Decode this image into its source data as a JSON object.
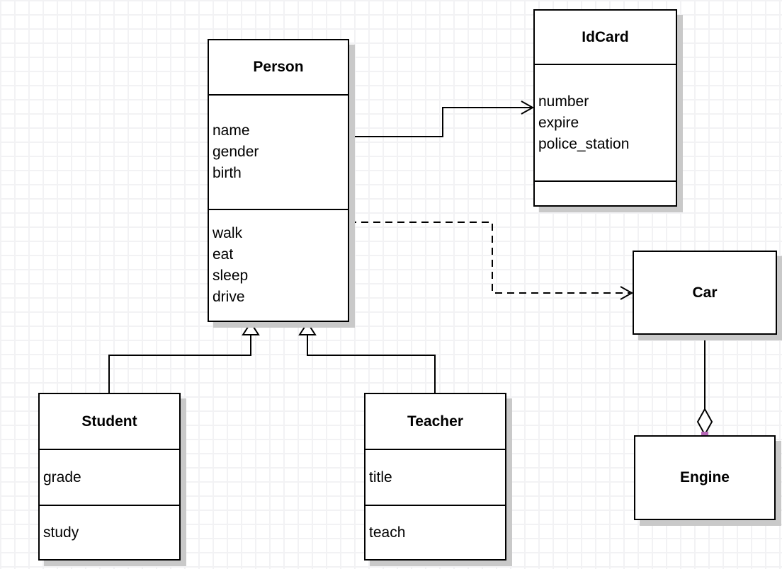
{
  "diagram_type": "UML class diagram",
  "colors": {
    "stroke": "#000000",
    "node_fill": "#ffffff",
    "shadow": "#c9c9c9",
    "grid_line": "#f2f2f4",
    "endpoint_marker": "#b667b6"
  },
  "classes": {
    "person": {
      "name": "Person",
      "attributes": [
        "name",
        "gender",
        "birth"
      ],
      "methods": [
        "walk",
        "eat",
        "sleep",
        "drive"
      ]
    },
    "idcard": {
      "name": "IdCard",
      "attributes": [
        "number",
        "expire",
        "police_station"
      ],
      "methods": []
    },
    "car": {
      "name": "Car",
      "attributes": [],
      "methods": []
    },
    "engine": {
      "name": "Engine",
      "attributes": [],
      "methods": []
    },
    "student": {
      "name": "Student",
      "attributes": [
        "grade"
      ],
      "methods": [
        "study"
      ]
    },
    "teacher": {
      "name": "Teacher",
      "attributes": [
        "title"
      ],
      "methods": [
        "teach"
      ]
    }
  },
  "relationships": [
    {
      "from": "Person",
      "to": "IdCard",
      "type": "association",
      "line": "solid",
      "marker": "open-arrow"
    },
    {
      "from": "Person",
      "to": "Car",
      "type": "dependency",
      "line": "dashed",
      "marker": "open-arrow"
    },
    {
      "from": "Student",
      "to": "Person",
      "type": "generalization",
      "line": "solid",
      "marker": "hollow-triangle"
    },
    {
      "from": "Teacher",
      "to": "Person",
      "type": "generalization",
      "line": "solid",
      "marker": "hollow-triangle"
    },
    {
      "from": "Car",
      "to": "Engine",
      "type": "aggregation",
      "line": "solid",
      "marker": "hollow-diamond"
    }
  ]
}
